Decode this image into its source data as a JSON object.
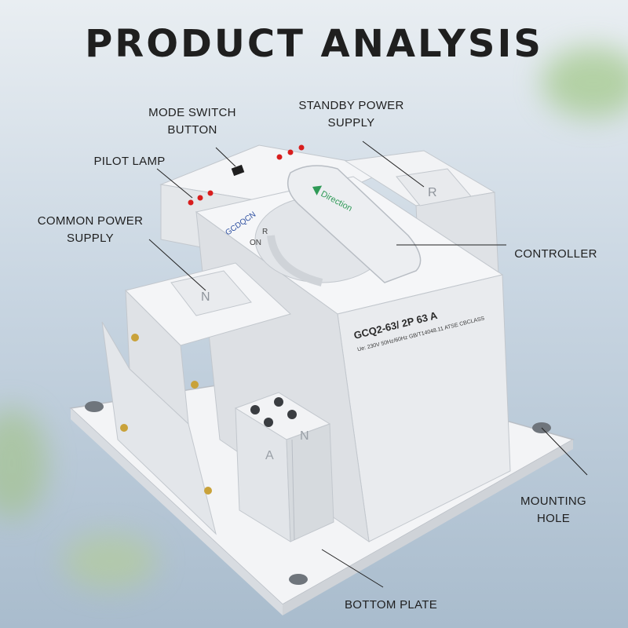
{
  "title": "PRODUCT ANALYSIS",
  "labels": {
    "mode_switch_button": "MODE SWITCH\nBUTTON",
    "standby_power_supply": "STANDBY POWER\nSUPPLY",
    "pilot_lamp": "PILOT LAMP",
    "common_power_supply": "COMMON POWER\nSUPPLY",
    "controller": "CONTROLLER",
    "mounting_hole": "MOUNTING\nHOLE",
    "bottom_plate": "BOTTOM PLATE"
  },
  "product": {
    "brand": "GCDQCN",
    "handle_text": "Direction",
    "rating_line": "GCQ2-63/ 2P 63 A",
    "spec_line": "Ue: 230V 50Hz/60Hz GB/T14048.11 ATSE CBCLASS",
    "terminal_left": "N",
    "terminal_right": "R",
    "pole_a": "A",
    "pole_n": "N",
    "dial_on": "ON",
    "dial_r": "R"
  },
  "colors": {
    "body": "#eef0f2",
    "shadow": "#c9cdd2",
    "lamp": "#d81e1e",
    "text": "#1f1f1f",
    "accent_green": "#2f9a57"
  }
}
